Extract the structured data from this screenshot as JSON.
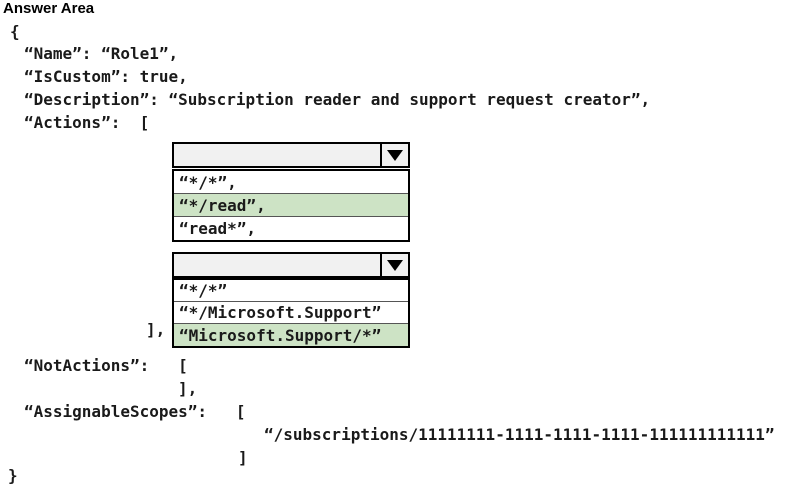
{
  "title": "Answer Area",
  "colors": {
    "highlight_green": "#cde3c5",
    "combo_fill": "#f1f1f1",
    "border": "#000000",
    "text": "#1a1a1a"
  },
  "json_lines": {
    "open_brace": "{",
    "name": "“Name”: “Role1”,",
    "is_custom": "“IsCustom”: true,",
    "description": "“Description”: “Subscription reader and support request creator”,",
    "actions_key": "“Actions”:  [",
    "actions_close": "],",
    "not_actions_key": "“NotActions”:   [",
    "not_actions_close": "],",
    "assignable_scopes_key": "“AssignableScopes”:   [",
    "assignable_scope_value": "“/subscriptions/11111111-1111-1111-1111-111111111111”",
    "assignable_scopes_close": "]",
    "close_brace": "}"
  },
  "dropdown1": {
    "value": "",
    "selected_index": 1,
    "options": [
      "“*/*”,",
      "“*/read”,",
      "“read*”,"
    ]
  },
  "dropdown2": {
    "value": "",
    "selected_index": 2,
    "options": [
      "“*/*”",
      "“*/Microsoft.Support”",
      "“Microsoft.Support/*”"
    ]
  }
}
